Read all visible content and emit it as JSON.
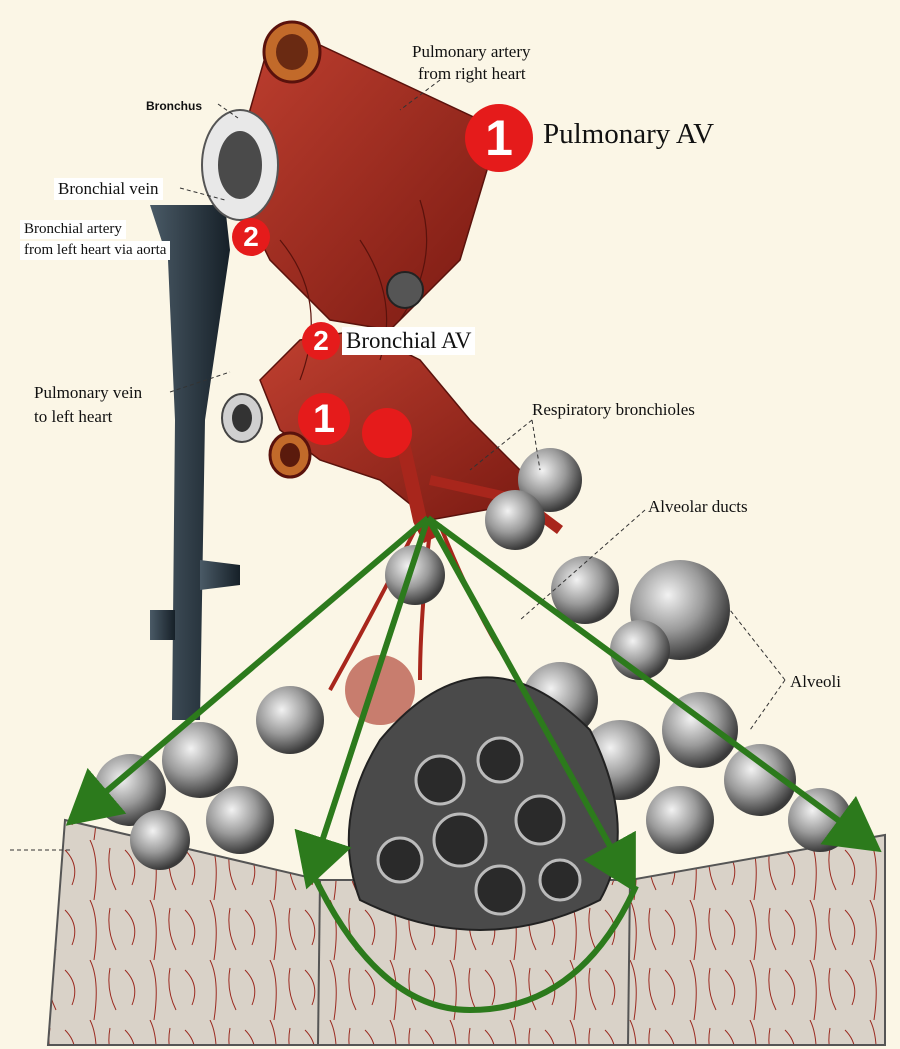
{
  "labels": {
    "bronchus": "Bronchus",
    "pulmonary_artery_line1": "Pulmonary artery",
    "pulmonary_artery_line2": "from right heart",
    "pulmonary_av": "Pulmonary  AV",
    "bronchial_vein": "Bronchial vein",
    "bronchial_artery_line1": "Bronchial artery",
    "bronchial_artery_line2": "from left heart via aorta",
    "bronchial_av": "Bronchial  AV",
    "pulmonary_vein_line1": "Pulmonary vein",
    "pulmonary_vein_line2": "to left heart",
    "respiratory_bronchioles": "Respiratory bronchioles",
    "alveolar_ducts": "Alveolar ducts",
    "alveoli": "Alveoli"
  },
  "badges": {
    "pulmonary_top": "1",
    "bronchial_small": "2",
    "bronchial_mid": "2",
    "pulmonary_mid": "1"
  },
  "colors": {
    "artery_red": "#a8261c",
    "vein_dark": "#24323c",
    "badge_red": "#e51b1b",
    "arrow_green": "#2c7a1c",
    "alveoli_gray": "#8a8a8a"
  }
}
